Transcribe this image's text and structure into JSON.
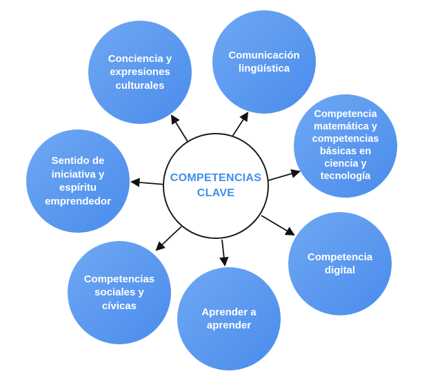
{
  "diagram": {
    "center_label": "COMPETENCIAS\nCLAVE",
    "nodes": [
      {
        "id": "conciencia-y-expresiones-culturales",
        "label": "Conciencia y\nexpresiones\nculturales"
      },
      {
        "id": "comunicacion-linguistica",
        "label": "Comunicación\nlingüística"
      },
      {
        "id": "competencia-matematica-ciencia-tecnologia",
        "label": "Competencia\nmatemática y\ncompetencias\nbásicas en\nciencia y\ntecnología"
      },
      {
        "id": "competencia-digital",
        "label": "Competencia\ndigital"
      },
      {
        "id": "aprender-a-aprender",
        "label": "Aprender a\naprender"
      },
      {
        "id": "competencias-sociales-y-civicas",
        "label": "Competencias\nsociales y\ncívicas"
      },
      {
        "id": "sentido-de-iniciativa-y-espiritu-emprendedor",
        "label": "Sentido de\niniciativa y\nespíritu\nemprendedor"
      }
    ],
    "colors": {
      "node_gradient_start": "#6FA8F3",
      "node_gradient_end": "#4A8CEC",
      "node_text": "#FFFFFF",
      "center_fill": "#FFFFFF",
      "center_border": "#1A1A1A",
      "center_text": "#3E8EE9",
      "arrow": "#111111",
      "background": "#FFFFFF"
    }
  }
}
